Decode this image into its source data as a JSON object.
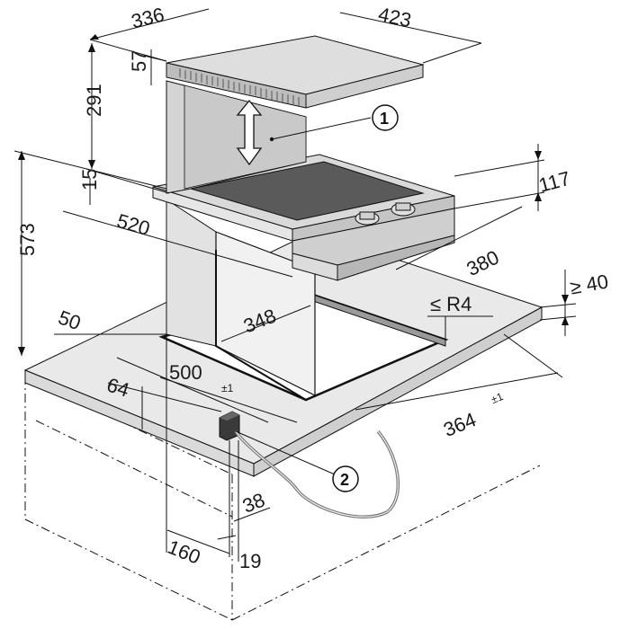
{
  "dimensions": {
    "d336": "336",
    "d423": "423",
    "d57": "57",
    "d291": "291",
    "d15": "15",
    "d117": "117",
    "d573": "573",
    "d520": "520",
    "d380": "380",
    "d40": "≥ 40",
    "d348": "348",
    "dR4": "≤ R4",
    "d50": "50",
    "d500": "500",
    "d500tol": "±1",
    "d64": "64",
    "d364": "364",
    "d364tol": "±1",
    "d38": "38",
    "d160": "160",
    "d19": "19"
  },
  "callouts": {
    "c1": "1",
    "c2": "2"
  },
  "colors": {
    "appliance_light": "#e4e4e4",
    "appliance_mid": "#cfcfcf",
    "appliance_dark": "#b5b5b5",
    "glass": "#5a5a5a",
    "worktop": "#dedede",
    "line": "#111111"
  }
}
